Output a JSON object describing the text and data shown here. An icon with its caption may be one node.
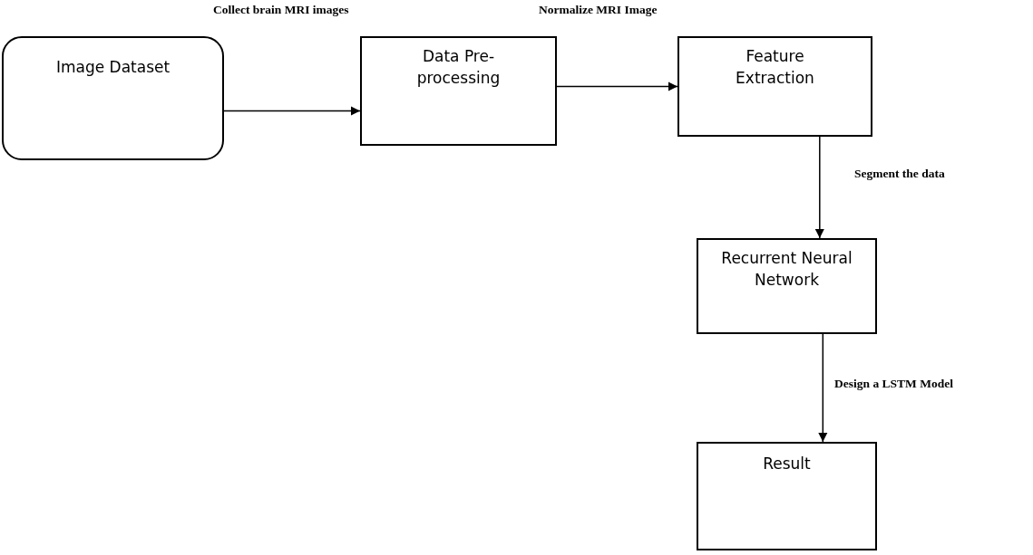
{
  "diagram": {
    "nodes": [
      {
        "text": [
          "Image Dataset"
        ]
      },
      {
        "text": [
          "Data Pre-processing"
        ]
      },
      {
        "text": [
          "Feature Extraction"
        ]
      },
      {
        "text": [
          "Recurrent Neural Network"
        ]
      },
      {
        "text": [
          "Result"
        ]
      }
    ],
    "edges": [
      {
        "from": 0,
        "to": 1,
        "arrow": "to"
      },
      {
        "from": 1,
        "to": 2,
        "arrow": "to"
      },
      {
        "from": 2,
        "to": 3,
        "arrow": "to",
        "label": "Segment the data"
      },
      {
        "from": 3,
        "to": 4,
        "arrow": "to",
        "label": "Design a LSTM Model"
      }
    ],
    "labels": [
      "Collect brain MRI images",
      "Normalize MRI Image"
    ]
  }
}
